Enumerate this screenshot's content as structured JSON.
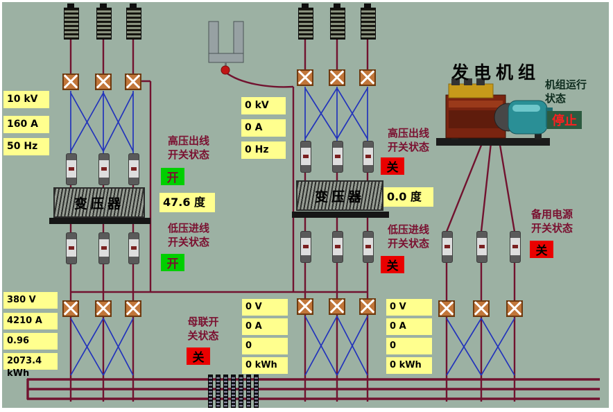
{
  "colors": {
    "background": "#9cb1a3",
    "panel_yellow": "#ffff8e",
    "status_on_green": "#00cf00",
    "status_off_red": "#ea0000",
    "label_maroon": "#7a1030",
    "wire_maroon": "#71122f",
    "wire_blue": "#2233bb"
  },
  "left_section": {
    "hv_readings": [
      "10 kV",
      "160 A",
      "50 Hz"
    ],
    "hv_switch_label": "高压出线\n开关状态",
    "hv_switch_status": "开",
    "transformer_name": "变压器",
    "transformer_temp": "47.6 度",
    "lv_switch_label": "低压进线\n开关状态",
    "lv_switch_status": "开",
    "lv_readings": [
      "380 V",
      "4210 A",
      "0.96",
      "2073.4 kWh"
    ]
  },
  "mid_section": {
    "hv_readings": [
      "0 kV",
      "0 A",
      "0 Hz"
    ],
    "hv_switch_label": "高压出线\n开关状态",
    "hv_switch_status": "关",
    "transformer_name": "变压器",
    "transformer_temp": "0.0 度",
    "lv_switch_label": "低压进线\n开关状态",
    "lv_switch_status": "关",
    "bus_tie_label": "母联开\n关状态",
    "bus_tie_status": "关",
    "meter_left": [
      "0 V",
      "0 A",
      "0",
      "0 kWh"
    ],
    "meter_right": [
      "0 V",
      "0 A",
      "0",
      "0 kWh"
    ]
  },
  "generator_section": {
    "title": "发电机组",
    "run_state_label": "机组运行\n状态",
    "run_state_value": "停止",
    "backup_label": "备用电源\n开关状态",
    "backup_status": "关"
  },
  "icons": {
    "breaker": "striped-breaker-icon",
    "disconnect_switch": "vertical-switch-icon",
    "isolator": "orange-isolator-icon",
    "hook": "crane-hook-icon",
    "generator": "diesel-generator-icon",
    "capacitor_bank": "capacitor-bank-icon"
  }
}
